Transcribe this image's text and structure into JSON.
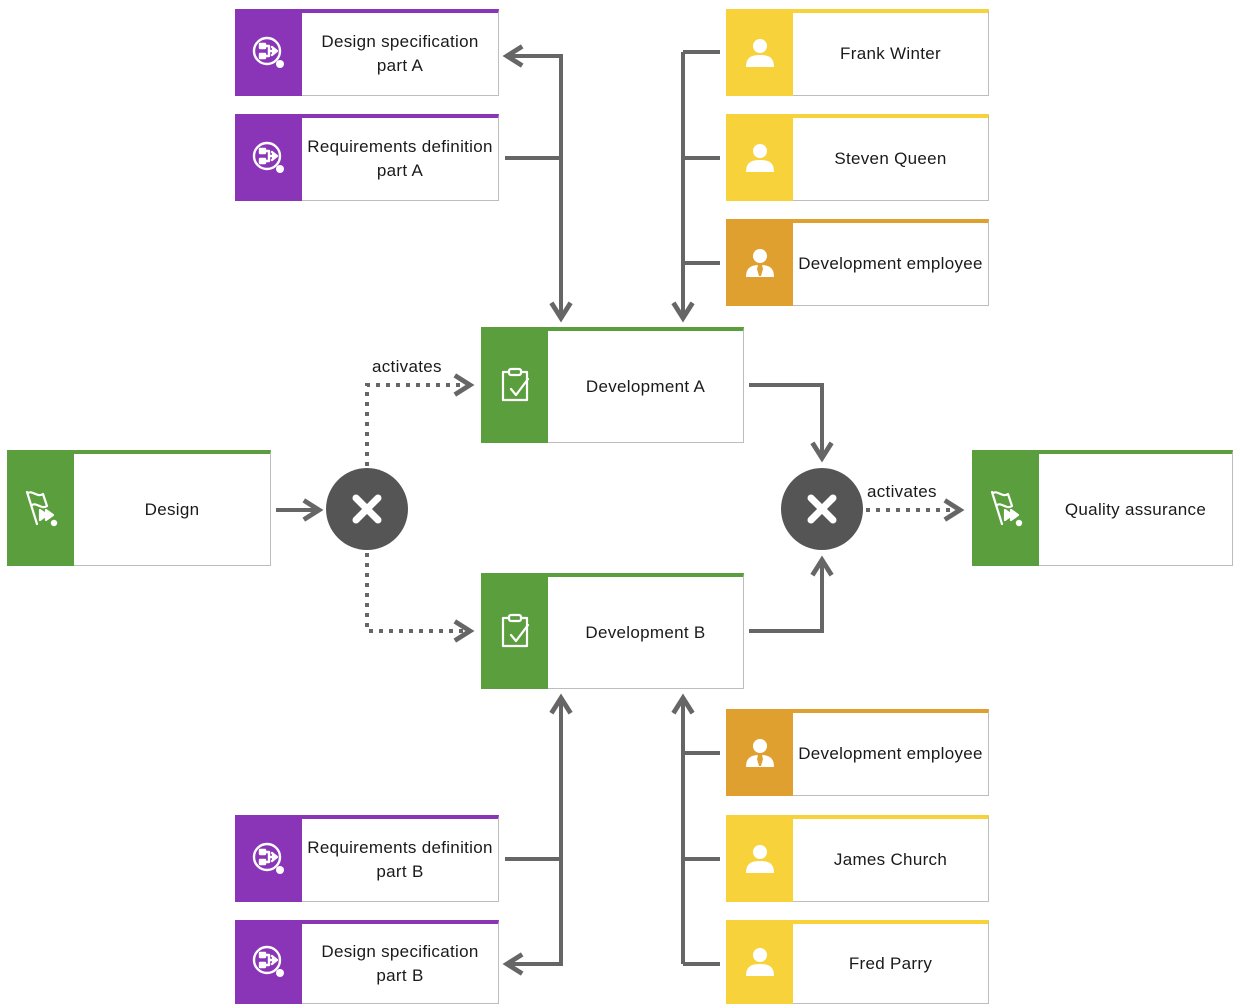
{
  "colors": {
    "event": "#5a9e3d",
    "function": "#5a9e3d",
    "document": "#8a35b8",
    "person": "#f7d23a",
    "role": "#e0a030",
    "gateway": "#555555",
    "edge": "#666666"
  },
  "nodes": {
    "design": {
      "label": "Design",
      "icon": "event-flag-icon"
    },
    "quality_assurance": {
      "label": "Quality assurance",
      "icon": "event-flag-icon"
    },
    "dev_a": {
      "label": "Development A",
      "icon": "clipboard-check-icon"
    },
    "dev_b": {
      "label": "Development B",
      "icon": "clipboard-check-icon"
    },
    "design_spec_a": {
      "label": "Design specification part A",
      "icon": "process-document-icon"
    },
    "req_def_a": {
      "label": "Requirements definition part A",
      "icon": "process-document-icon"
    },
    "req_def_b": {
      "label": "Requirements definition part B",
      "icon": "process-document-icon"
    },
    "design_spec_b": {
      "label": "Design specification part B",
      "icon": "process-document-icon"
    },
    "frank_winter": {
      "label": "Frank Winter",
      "icon": "person-icon"
    },
    "steven_queen": {
      "label": "Steven Queen",
      "icon": "person-icon"
    },
    "dev_employee_a": {
      "label": "Development employee",
      "icon": "role-icon"
    },
    "dev_employee_b": {
      "label": "Development employee",
      "icon": "role-icon"
    },
    "james_church": {
      "label": "James Church",
      "icon": "person-icon"
    },
    "fred_parry": {
      "label": "Fred Parry",
      "icon": "person-icon"
    }
  },
  "gateways": {
    "split": {
      "icon": "xor-gateway-icon"
    },
    "join": {
      "icon": "xor-gateway-icon"
    }
  },
  "edge_labels": {
    "activates_a": "activates",
    "activates_qa": "activates"
  }
}
